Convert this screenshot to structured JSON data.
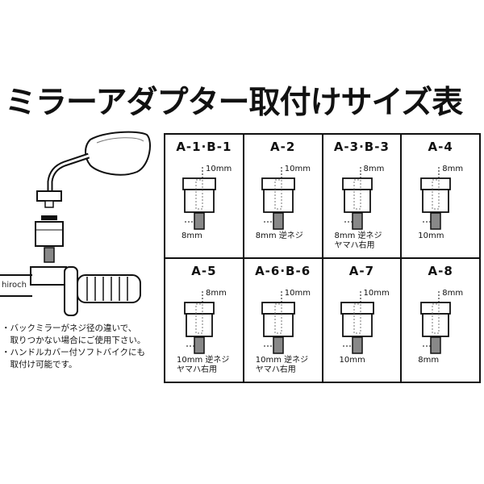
{
  "title": "ミラーアダプター取付けサイズ表",
  "watermark": "hiroch",
  "notes": [
    "・バックミラーがネジ径の違いで、",
    "　取りつかない場合にご使用下さい。",
    "・ハンドルカバー付ソフトバイクにも",
    "　取付け可能です。"
  ],
  "adapters": [
    {
      "code": "A-1·B-1",
      "top": "10mm",
      "bottom": [
        "8mm"
      ]
    },
    {
      "code": "A-2",
      "top": "10mm",
      "bottom": [
        "8mm 逆ネジ"
      ]
    },
    {
      "code": "A-3·B-3",
      "top": "8mm",
      "bottom": [
        "8mm 逆ネジ",
        "ヤマハ右用"
      ]
    },
    {
      "code": "A-4",
      "top": "8mm",
      "bottom": [
        "10mm"
      ]
    },
    {
      "code": "A-5",
      "top": "8mm",
      "bottom": [
        "10mm 逆ネジ",
        "ヤマハ右用"
      ]
    },
    {
      "code": "A-6·B-6",
      "top": "10mm",
      "bottom": [
        "10mm 逆ネジ",
        "ヤマハ右用"
      ]
    },
    {
      "code": "A-7",
      "top": "10mm",
      "bottom": [
        "10mm"
      ]
    },
    {
      "code": "A-8",
      "top": "8mm",
      "bottom": [
        "8mm"
      ]
    }
  ]
}
